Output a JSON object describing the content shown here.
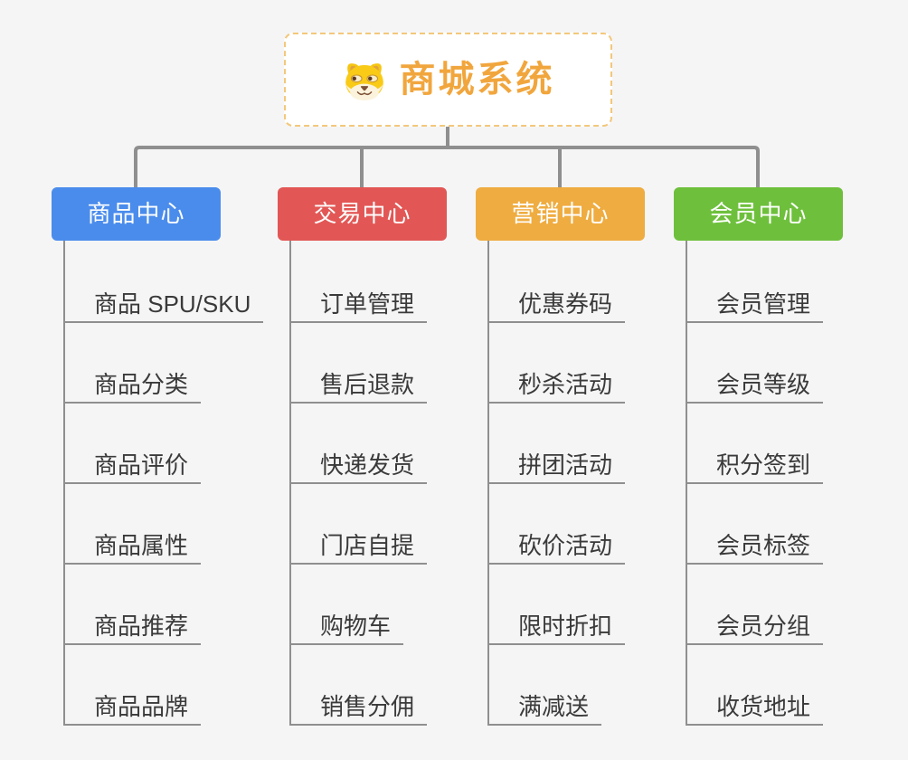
{
  "root": {
    "title": "商城系统",
    "icon": "doge-icon",
    "title_color": "#f1a63d",
    "border_color": "#f3c77b"
  },
  "connector_color": "#8f8f8f",
  "branches": [
    {
      "label": "商品中心",
      "color": "#4a8cec",
      "items": [
        "商品 SPU/SKU",
        "商品分类",
        "商品评价",
        "商品属性",
        "商品推荐",
        "商品品牌"
      ]
    },
    {
      "label": "交易中心",
      "color": "#e25755",
      "items": [
        "订单管理",
        "售后退款",
        "快递发货",
        "门店自提",
        "购物车",
        "销售分佣"
      ]
    },
    {
      "label": "营销中心",
      "color": "#efac40",
      "items": [
        "优惠券码",
        "秒杀活动",
        "拼团活动",
        "砍价活动",
        "限时折扣",
        "满减送"
      ]
    },
    {
      "label": "会员中心",
      "color": "#6ec03c",
      "items": [
        "会员管理",
        "会员等级",
        "积分签到",
        "会员标签",
        "会员分组",
        "收货地址"
      ]
    }
  ]
}
